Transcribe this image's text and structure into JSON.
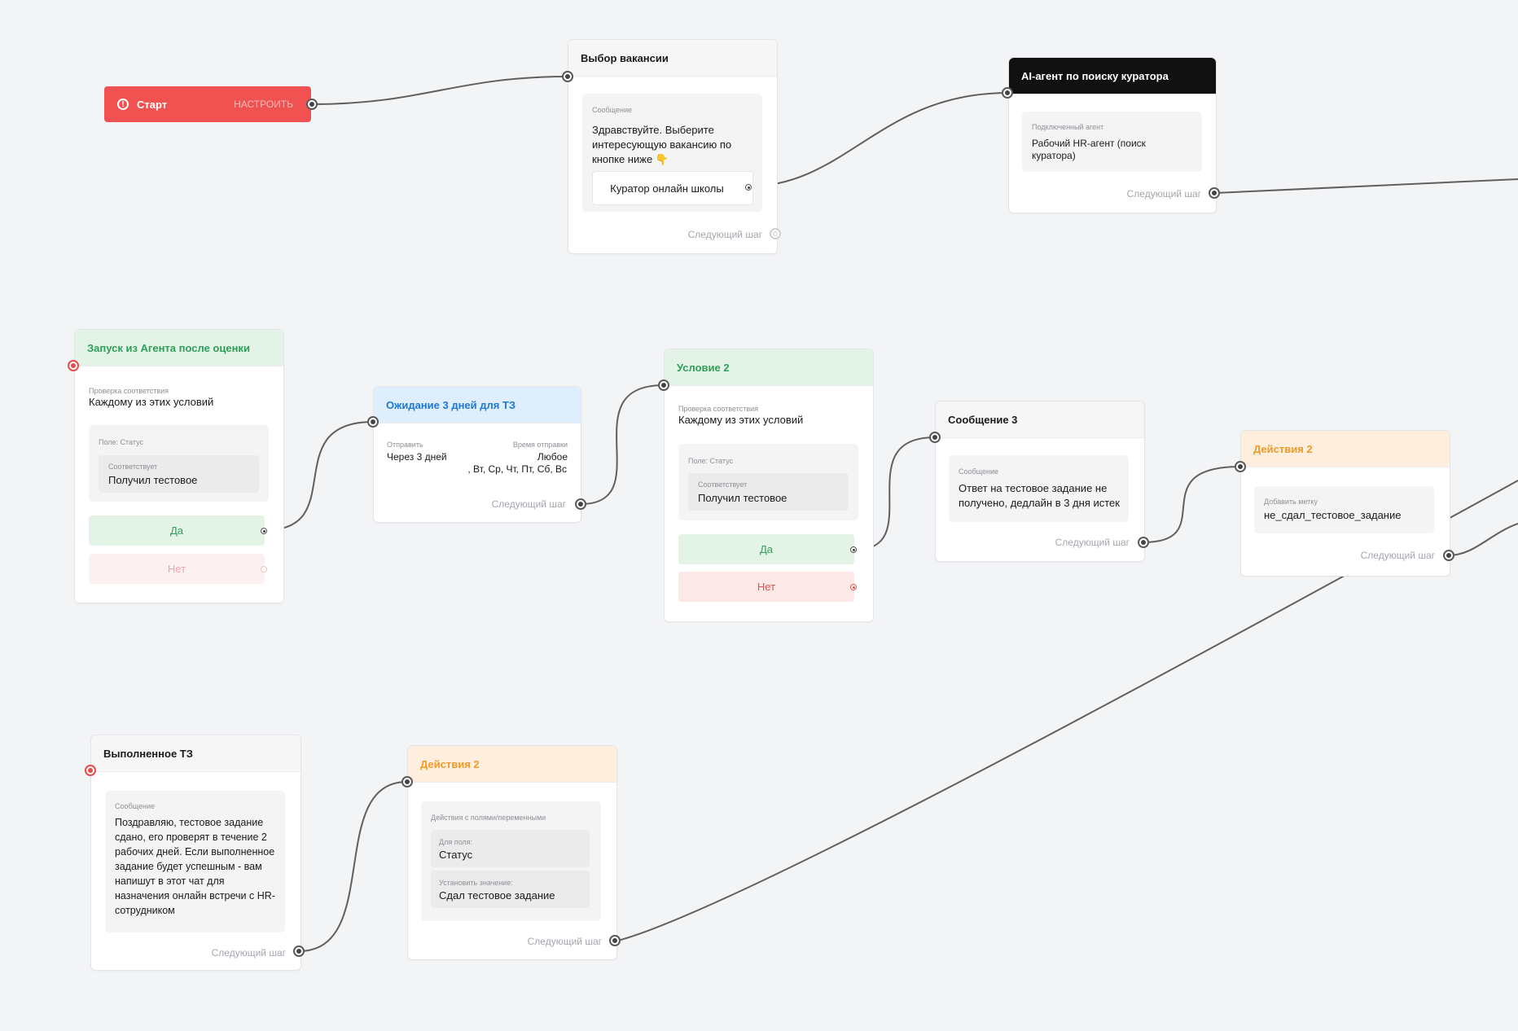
{
  "colors": {
    "canvas_bg": "#f3f4f6",
    "start_red": "#f05252",
    "green_accent": "#2f9e57",
    "blue_accent": "#1f78d1",
    "orange_accent": "#f09a27",
    "error_red": "#e84b4b"
  },
  "common": {
    "next_step": "Следующий шаг"
  },
  "start": {
    "title": "Старт",
    "configure": "НАСТРОИТЬ",
    "icon": "alert-circle-icon"
  },
  "vacancy": {
    "title": "Выбор вакансии",
    "message_label": "Сообщение",
    "message_text": "Здравствуйте. Выберите интересующую вакансию по кнопке ниже 👇",
    "button": "Куратор онлайн школы"
  },
  "ai_agent": {
    "title": "AI-агент по поиску куратора",
    "agent_label": "Подключенный агент",
    "agent_name": "Рабочий HR-агент (поиск куратора)"
  },
  "launch": {
    "title": "Запуск из Агента после оценки",
    "check_label": "Проверка соответствия",
    "check_value": "Каждому из этих условий",
    "field_label": "Поле: Статус",
    "match_label": "Соответствует",
    "match_value": "Получил тестовое",
    "yes": "Да",
    "no": "Нет"
  },
  "wait": {
    "title": "Ожидание 3 дней для ТЗ",
    "send_label": "Отправить",
    "send_value": "Через 3 дней",
    "time_label": "Время отправки",
    "time_value": "Любое",
    "days_value": "Пн, Вт, Ср, Чт, Пт, Сб, Вс"
  },
  "condition2": {
    "title": "Условие 2",
    "check_label": "Проверка соответствия",
    "check_value": "Каждому из этих условий",
    "field_label": "Поле: Статус",
    "match_label": "Соответствует",
    "match_value": "Получил тестовое",
    "yes": "Да",
    "no": "Нет"
  },
  "message3": {
    "title": "Сообщение 3",
    "message_label": "Сообщение",
    "message_text": "Ответ на тестовое задание не получено, дедлайн в 3 дня истек"
  },
  "actions_top": {
    "title": "Действия 2",
    "tag_label": "Добавить метку",
    "tag_value": "не_сдал_тестовое_задание"
  },
  "done": {
    "title": "Выполненное ТЗ",
    "message_label": "Сообщение",
    "message_text": "Поздравляю, тестовое задание сдано, его проверят в течение 2 рабочих дней. Если выполненное задание будет успешным - вам напишут в этот чат для назначения онлайн встречи с HR-сотрудником"
  },
  "actions_bottom": {
    "title": "Действия 2",
    "group_label": "Действия с полями/переменными",
    "field_label": "Для поля:",
    "field_value": "Статус",
    "set_label": "Установить значение:",
    "set_value": "Сдал тестовое задание"
  }
}
